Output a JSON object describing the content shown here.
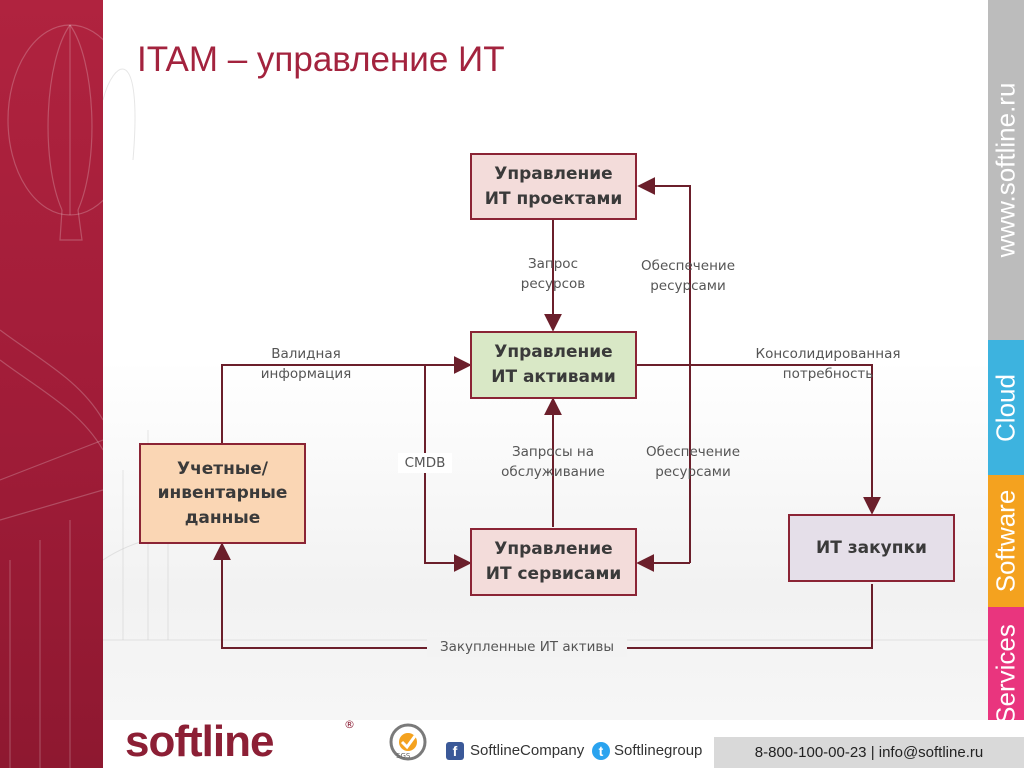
{
  "slide": {
    "title": "ITAM – управление ИТ"
  },
  "diagram": {
    "nodes": {
      "projects": {
        "text": "Управление\nИТ проектами",
        "fill": "#f3dcda",
        "border": "#8b2435"
      },
      "assets": {
        "text": "Управление\nИТ активами",
        "fill": "#d9e8c6",
        "border": "#8b2435"
      },
      "services": {
        "text": "Управление\nИТ сервисами",
        "fill": "#f3dcda",
        "border": "#8b2435"
      },
      "inventory": {
        "text": "Учетные/\nинвентарные\nданные",
        "fill": "#fad6b4",
        "border": "#8b2435"
      },
      "procurement": {
        "text": "ИТ закупки",
        "fill": "#e5dfe9",
        "border": "#8b2435"
      }
    },
    "labels": {
      "resource_request": "Запрос\nресурсов",
      "resource_supply_top": "Обеспечение\nресурсами",
      "valid_info": "Валидная\nинформация",
      "consolidated_need": "Консолидированная\nпотребность",
      "cmdb": "CMDB",
      "service_requests": "Запросы на\nобслуживание",
      "resource_supply_bottom": "Обеспечение\nресурсами",
      "purchased_assets": "Закупленные ИТ активы"
    },
    "arrow_color": "#6b1f2b"
  },
  "right_rail": {
    "segments": [
      {
        "text": "www.softline.ru",
        "color": "#bcbcbc"
      },
      {
        "text": "Cloud",
        "color": "#3db3df"
      },
      {
        "text": "Software",
        "color": "#f4a21f"
      },
      {
        "text": "Services",
        "color": "#e9357e"
      }
    ]
  },
  "footer": {
    "logo": "softline",
    "logo_registered": "®",
    "sgs_label": "SGS",
    "facebook_icon": "facebook-icon",
    "facebook_text": "SoftlineCompany",
    "twitter_icon": "twitter-icon",
    "twitter_text": "Softlinegroup",
    "contact": "8-800-100-00-23 | info@softline.ru"
  },
  "colors": {
    "brand_red": "#a3233e",
    "left_band": "#a01c38"
  }
}
